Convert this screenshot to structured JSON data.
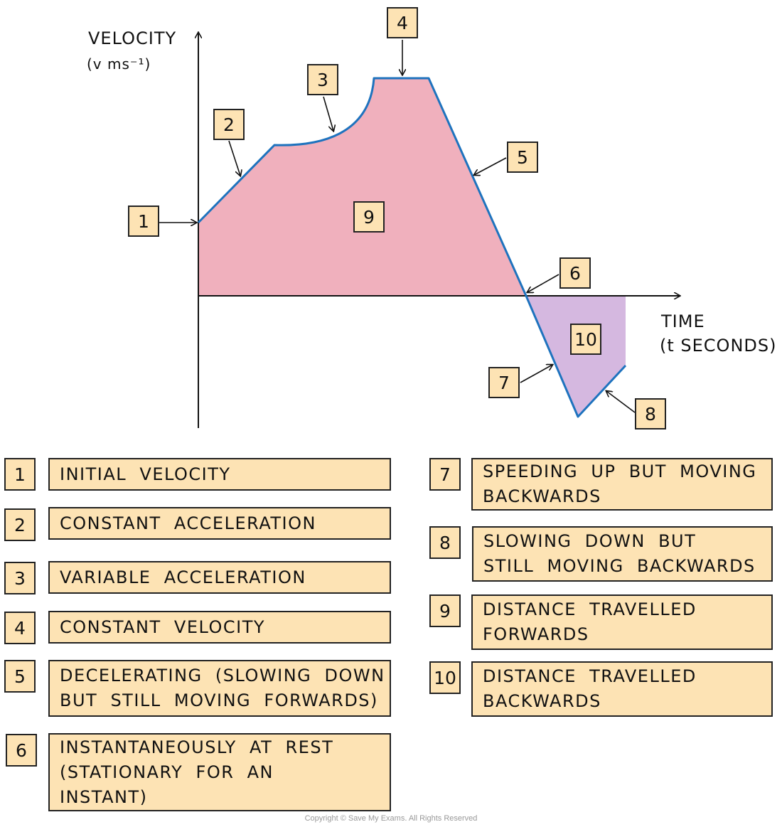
{
  "axes": {
    "y_label": "VELOCITY",
    "y_unit": "(v ms⁻¹)",
    "x_label": "TIME",
    "x_unit": "(t SECONDS)"
  },
  "colors": {
    "line": "#1E73BE",
    "forward_area": "#F0B0BD",
    "backward_area": "#D5B8E0",
    "box": "#FDE3B4"
  },
  "markers": [
    "1",
    "2",
    "3",
    "4",
    "5",
    "6",
    "7",
    "8",
    "9",
    "10"
  ],
  "legend": [
    {
      "num": "1",
      "lines": [
        "INITIAL  VELOCITY"
      ]
    },
    {
      "num": "2",
      "lines": [
        "CONSTANT  ACCELERATION"
      ]
    },
    {
      "num": "3",
      "lines": [
        "VARIABLE  ACCELERATION"
      ]
    },
    {
      "num": "4",
      "lines": [
        "CONSTANT  VELOCITY"
      ]
    },
    {
      "num": "5",
      "lines": [
        "DECELERATING  (SLOWING  DOWN",
        "BUT  STILL  MOVING  FORWARDS)"
      ]
    },
    {
      "num": "6",
      "lines": [
        "INSTANTANEOUSLY  AT  REST",
        "(STATIONARY  FOR  AN",
        "INSTANT)"
      ]
    },
    {
      "num": "7",
      "lines": [
        "SPEEDING  UP  BUT  MOVING",
        "BACKWARDS"
      ]
    },
    {
      "num": "8",
      "lines": [
        "SLOWING  DOWN  BUT",
        "STILL  MOVING  BACKWARDS"
      ]
    },
    {
      "num": "9",
      "lines": [
        "DISTANCE  TRAVELLED",
        "FORWARDS"
      ]
    },
    {
      "num": "10",
      "lines": [
        "DISTANCE  TRAVELLED",
        "BACKWARDS"
      ]
    }
  ],
  "copyright": "Copyright © Save My Exams. All Rights Reserved"
}
